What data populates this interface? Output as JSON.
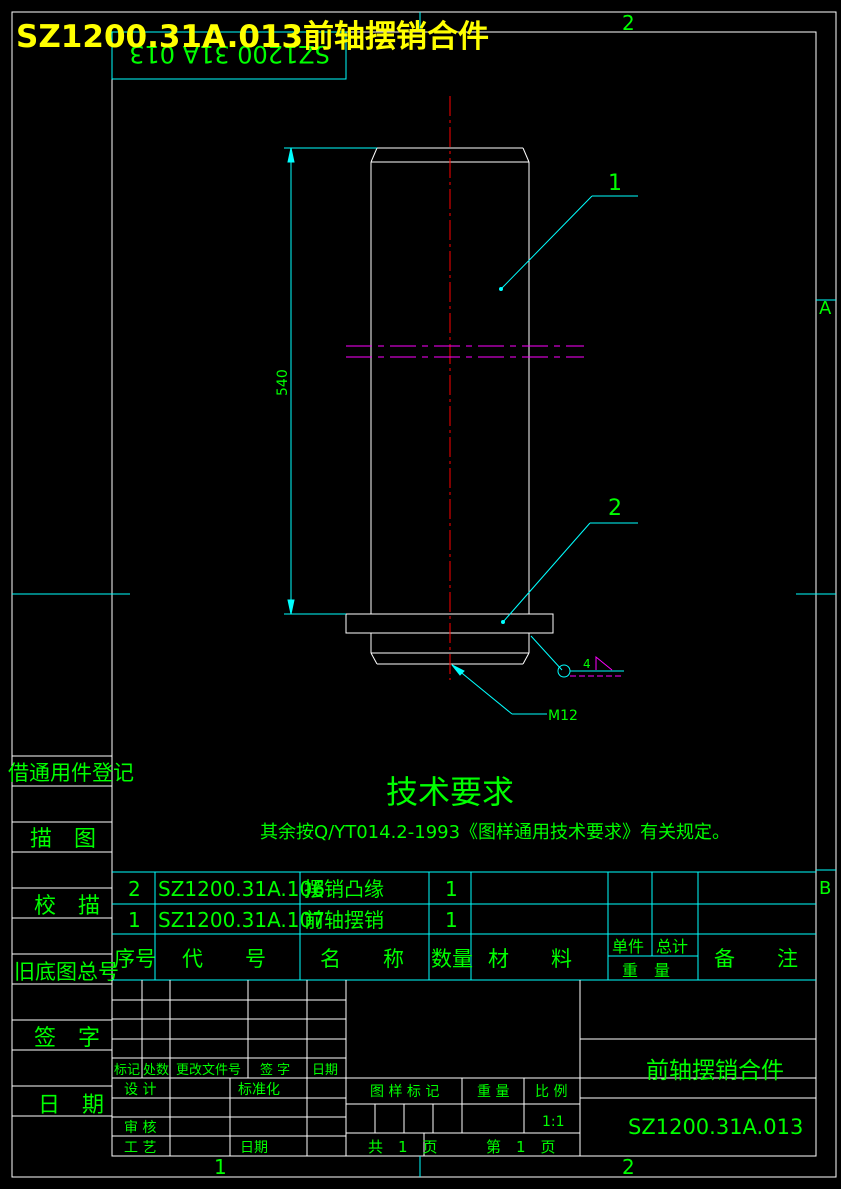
{
  "title_overlay": "SZ1200.31A.013前轴摆销合件",
  "mirror_code": "SZ1200 31A 013",
  "zones": {
    "top_2": "2",
    "right_A": "A",
    "right_B": "B",
    "bottom_1": "1",
    "bottom_2": "2"
  },
  "dimension": {
    "length": "540"
  },
  "callouts": {
    "part1": "1",
    "part2": "2",
    "thread": "M12",
    "weld_size": "4"
  },
  "tech_req": {
    "heading": "技术要求",
    "text": "其余按Q/YT014.2-1993《图样通用技术要求》有关规定。"
  },
  "side_labels": [
    "借通用件登记",
    "描　图",
    "校　描",
    "旧底图总号",
    "签　字",
    "日　期"
  ],
  "bom": {
    "rows": [
      {
        "no": "2",
        "code": "SZ1200.31A.106",
        "name": "摆销凸缘",
        "qty": "1"
      },
      {
        "no": "1",
        "code": "SZ1200.31A.107",
        "name": "前轴摆销",
        "qty": "1"
      }
    ],
    "header": {
      "no": "序号",
      "code": "代　　号",
      "name": "名　　称",
      "qty": "数量",
      "material": "材　　料",
      "unit": "单件",
      "total": "总计",
      "weight": "重　量",
      "remark": "备　　注"
    }
  },
  "title_block": {
    "mark": "标记",
    "count": "处数",
    "doc": "更改文件号",
    "sign": "签 字",
    "date": "日期",
    "design": "设 计",
    "standard": "标准化",
    "review": "审 核",
    "process": "工 艺",
    "date2": "日期",
    "pattern_mark": "图 样 标 记",
    "weight": "重 量",
    "scale": "比 例",
    "scale_value": "1:1",
    "total_pages": "共　1　页",
    "page_no": "第　1　页",
    "part_name": "前轴摆销合件",
    "part_code": "SZ1200.31A.013"
  }
}
